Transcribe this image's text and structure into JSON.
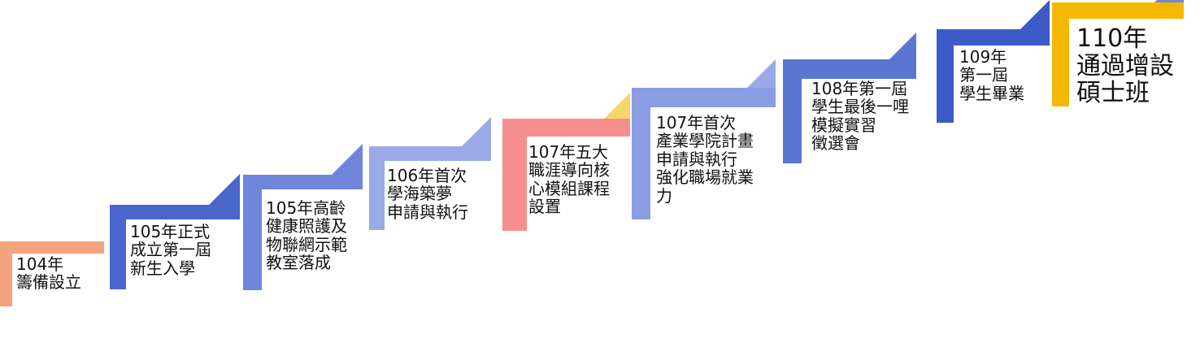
{
  "steps": [
    {
      "text": "104年\n籌備設立",
      "color": "#f4a37e",
      "tri_color": ""
    },
    {
      "text": "105年正式\n成立第一屆\n新生入學",
      "color": "#4a66cc",
      "tri_color": "#4a66cc"
    },
    {
      "text": "105年高齡\n健康照護及\n物聯網示範\n教室落成",
      "color": "#6f86da",
      "tri_color": "#6f86da"
    },
    {
      "text": "106年首次\n學海築夢\n申請與執行",
      "color": "#99aae6",
      "tri_color": "#99aae6"
    },
    {
      "text": "107年五大\n職涯導向核\n心模組課程\n設置",
      "color": "#f58f8f",
      "tri_color": "#f7d56b"
    },
    {
      "text": "107年首次\n產業學院計畫\n申請與執行\n強化職場就業\n力",
      "color": "#8a9de2",
      "tri_color": "#98a9e6"
    },
    {
      "text": "108年第一屆\n學生最後一哩\n模擬實習\n徵選會",
      "color": "#5b75d2",
      "tri_color": "#5b75d2"
    },
    {
      "text": "109年\n第一屆\n學生畢業",
      "color": "#3d5bc8",
      "tri_color": "#3d5bc8"
    },
    {
      "text": "110年\n通過增設\n碩士班",
      "color": "#f5b800",
      "tri_color": "#6f86da"
    }
  ]
}
